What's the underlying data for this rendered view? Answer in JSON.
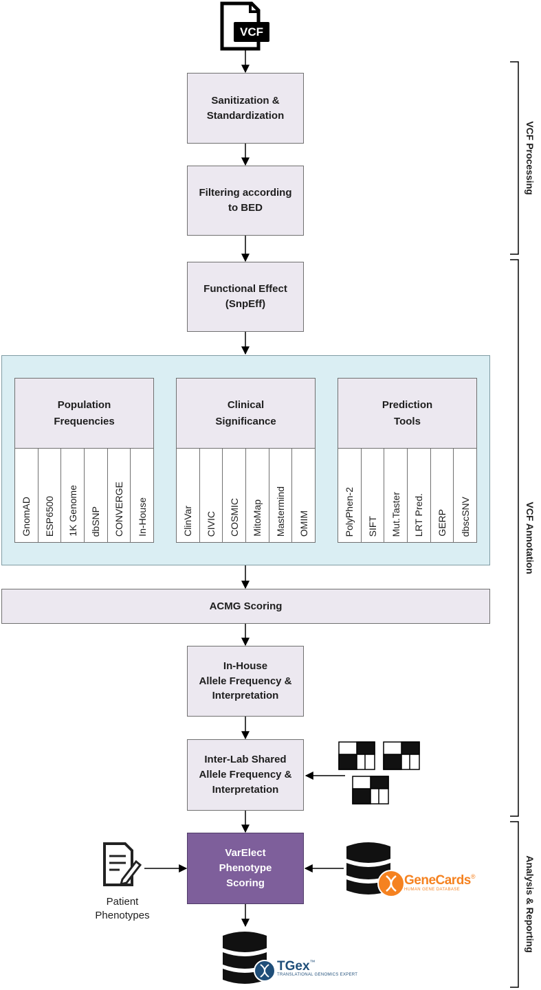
{
  "input": {
    "file_label": "VCF"
  },
  "steps": {
    "sanitization": "Sanitization &\nStandardization",
    "filtering": "Filtering according\nto BED",
    "functional_effect": "Functional Effect\n(SnpEff)",
    "acmg": "ACMG Scoring",
    "inhouse": "In-House\nAllele Frequency &\nInterpretation",
    "interlab": "Inter-Lab Shared\nAllele Frequency &\nInterpretation",
    "varelect": "VarElect\nPhenotype\nScoring"
  },
  "annotation_groups": [
    {
      "title": "Population\nFrequencies",
      "items": [
        "GnomAD",
        "ESP6500",
        "1K Genome",
        "dbSNP",
        "CONVERGE",
        "In-House"
      ]
    },
    {
      "title": "Clinical\nSignificance",
      "items": [
        "ClinVar",
        "CIVIC",
        "COSMIC",
        "MitoMap",
        "Mastermind",
        "OMIM"
      ]
    },
    {
      "title": "Prediction\nTools",
      "items": [
        "PolyPhen-2",
        "SIFT",
        "Mut.Taster",
        "LRT Pred.",
        "GERP",
        "dbscSNV"
      ]
    }
  ],
  "phases": [
    "VCF Processing",
    "VCF Annotation",
    "Analysis & Reporting"
  ],
  "patient": {
    "caption": "Patient\nPhenotypes"
  },
  "genecards": {
    "name": "GeneCards",
    "mark": "®",
    "tagline": "HUMAN GENE DATABASE"
  },
  "tgex": {
    "name": "TGex",
    "mark": "™",
    "tagline": "TRANSLATIONAL GENOMICS EXPERT"
  },
  "colors": {
    "step_fill": "#ece8f0",
    "panel_fill": "#daeef3",
    "varelect_fill": "#7e5f9b",
    "genecards_orange": "#f58220",
    "tgex_blue": "#1f4e79"
  }
}
